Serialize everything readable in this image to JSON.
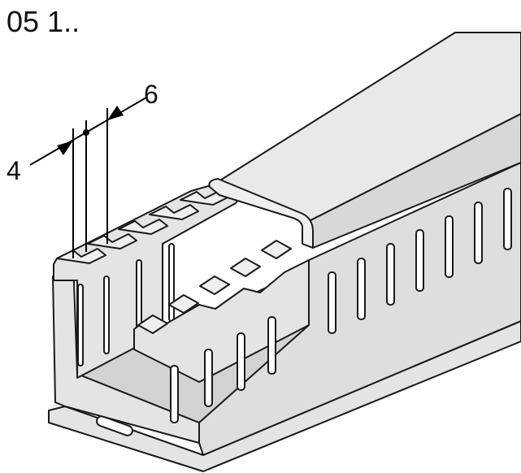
{
  "title": "05 1..",
  "dimensions": {
    "left": "4",
    "right": "6"
  },
  "colors": {
    "body": "#e4e4e4",
    "shade": "#cfcfcf",
    "light": "#efefef",
    "line": "#1a1a1a"
  }
}
